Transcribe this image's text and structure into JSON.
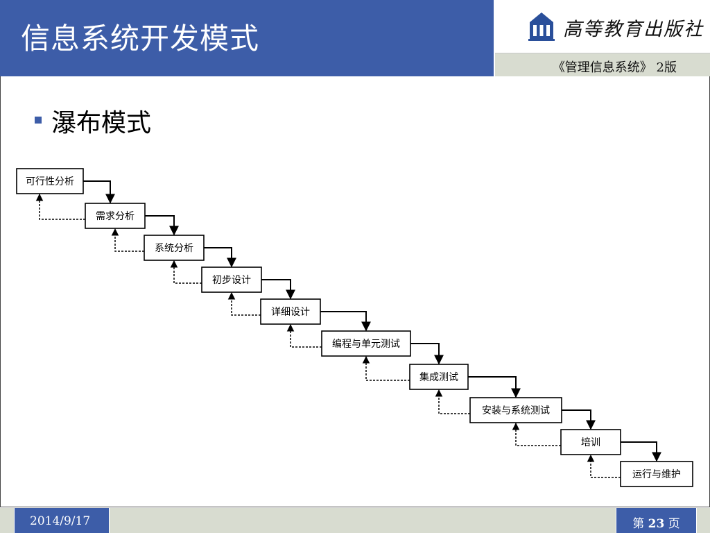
{
  "slide": {
    "title": "信息系统开发模式",
    "publisher": "高等教育出版社",
    "book": "《管理信息系统》 2版",
    "heading": "瀑布模式",
    "date": "2014/9/17",
    "page_prefix": "第 ",
    "page_number": "23",
    "page_suffix": " 页"
  },
  "colors": {
    "accent": "#3d5da8",
    "band": "#d8dcd0"
  },
  "stages": [
    "可行性分析",
    "需求分析",
    "系统分析",
    "初步设计",
    "详细设计",
    "编程与单元测试",
    "集成测试",
    "安装与系统测试",
    "培训",
    "运行与维护"
  ]
}
